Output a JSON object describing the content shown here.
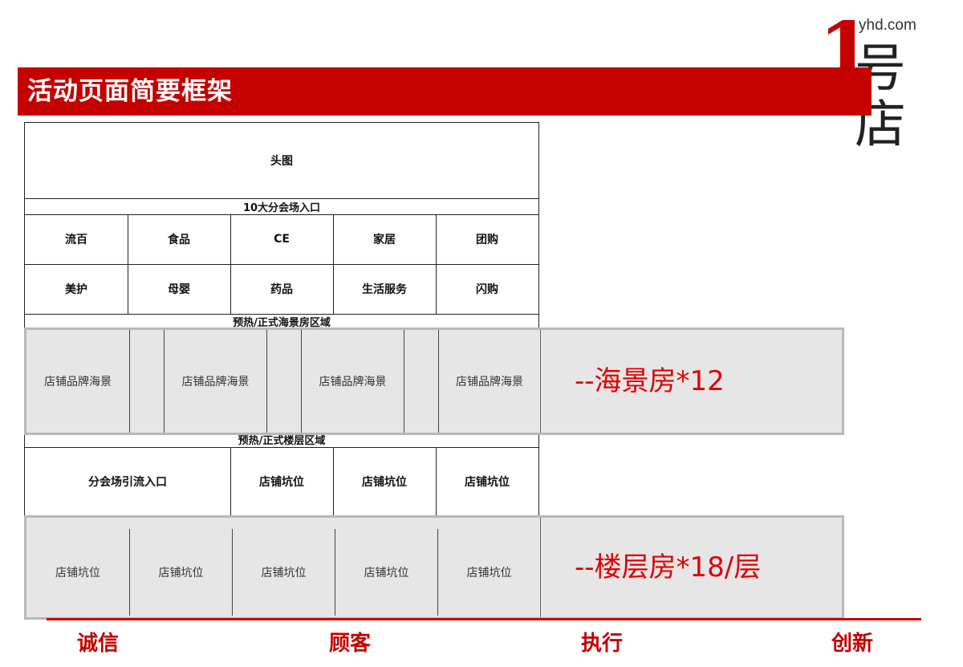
{
  "title": "活动页面简要框架",
  "logo": {
    "domain": "yhd.com",
    "numeral": "1",
    "name": "号店"
  },
  "frame": {
    "head_image": "头图",
    "entrance_title": "10大分会场入口",
    "entrance_row1": [
      "流百",
      "食品",
      "CE",
      "家居",
      "团购"
    ],
    "entrance_row2": [
      "美护",
      "母婴",
      "药品",
      "生活服务",
      "闪购"
    ],
    "seaview_title": "预热/正式海景房区域",
    "seaview_cells": [
      "店铺品牌海景",
      "店铺品牌海景",
      "店铺品牌海景",
      "店铺品牌海景"
    ],
    "floor_title": "预热/正式楼层区域",
    "floor_row1": [
      "分会场引流入口",
      "店铺坑位",
      "店铺坑位",
      "店铺坑位"
    ],
    "floor_row2": [
      "店铺坑位",
      "店铺坑位",
      "店铺坑位",
      "店铺坑位",
      "店铺坑位"
    ]
  },
  "annotations": {
    "seaview": "--海景房*12",
    "floor": "--楼层房*18/层"
  },
  "footer": [
    "诚信",
    "顾客",
    "执行",
    "创新"
  ],
  "colors": {
    "brand_red": "#c40000",
    "annotation_red": "#e00000",
    "overlay_gray": "#e6e6e6"
  }
}
